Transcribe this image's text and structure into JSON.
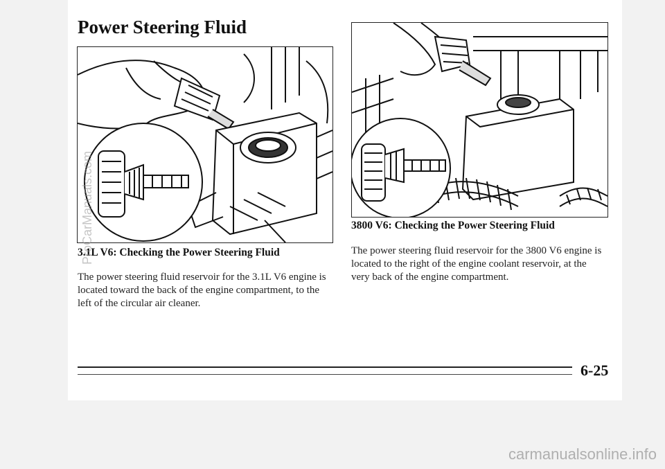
{
  "page": {
    "title": "Power Steering Fluid",
    "page_number": "6-25"
  },
  "figures": [
    {
      "caption": "3.1L V6: Checking the Power Steering Fluid",
      "body": "The power steering fluid reservoir for the 3.1L V6 engine is located toward the back of the engine compartment, to the left of the circular air cleaner."
    },
    {
      "caption": "3800 V6: Checking the Power Steering Fluid",
      "body": "The power steering fluid reservoir for the 3800 V6 engine is located to the right of the engine coolant reservoir, at the very back of the engine compartment."
    }
  ],
  "watermarks": {
    "side": "ProCarManuals.com",
    "bottom": "carmanualsonline.info"
  }
}
